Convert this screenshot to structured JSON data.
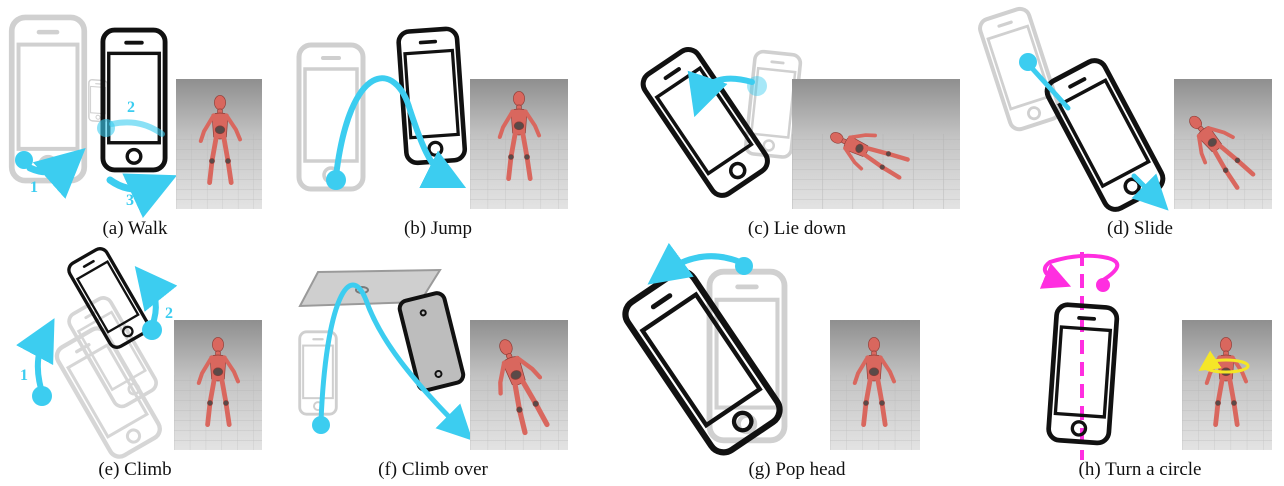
{
  "panels": [
    {
      "caption": "(a) Walk",
      "step_labels": [
        "1",
        "2",
        "3"
      ]
    },
    {
      "caption": "(b) Jump"
    },
    {
      "caption": "(c) Lie down"
    },
    {
      "caption": "(d) Slide"
    },
    {
      "caption": "(e) Climb",
      "step_labels": [
        "1",
        "2"
      ]
    },
    {
      "caption": "(f) Climb over"
    },
    {
      "caption": "(g) Pop head"
    },
    {
      "caption": "(h) Turn a circle"
    }
  ],
  "colors": {
    "gesture": "#3ccdf0",
    "rotation_axis": "#ff2ee0",
    "avatar_rotation": "#f5e627",
    "phone_active": "#111111",
    "phone_ghost": "#c8c8c8",
    "avatar": "#d9675e",
    "render_bg": "#bdbdbd"
  },
  "icons": [
    "smartphone-icon",
    "gesture-arrow-icon",
    "avatar-render-image"
  ]
}
